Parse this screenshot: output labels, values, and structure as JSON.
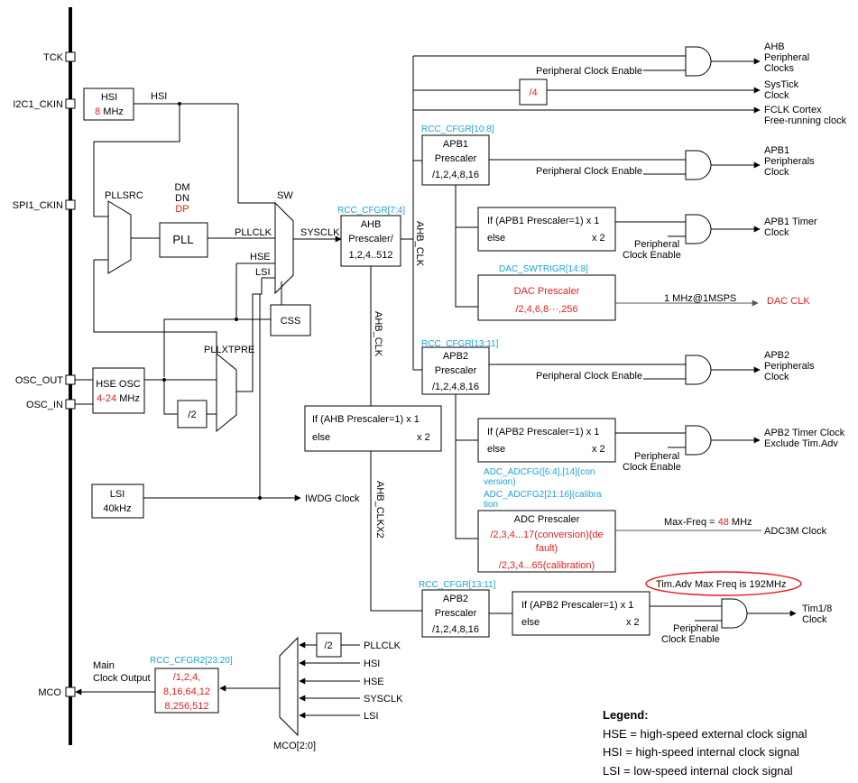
{
  "pins": {
    "tck": "TCK",
    "i2c1_ckin": "I2C1_CKIN",
    "spi1_ckin": "SPI1_CKIN",
    "osc_out": "OSC_OUT",
    "osc_in": "OSC_IN",
    "mco": "MCO"
  },
  "hsi": {
    "name": "HSI",
    "freq_value": "8",
    "freq_unit": " MHz",
    "line_label": "HSI"
  },
  "hse_osc": {
    "name": "HSE OSC",
    "freq_value": "4-24",
    "freq_unit": " MHz"
  },
  "lsi": {
    "name": "LSI",
    "freq": "40kHz",
    "iwdg": "IWDG Clock"
  },
  "pll": {
    "name": "PLL",
    "dm": "DM",
    "dn": "DN",
    "dp": "DP",
    "pllsrc": "PLLSRC",
    "pllclk": "PLLCLK",
    "pllxtpre": "PLLXTPRE",
    "div2": "/2"
  },
  "sysclk_mux": {
    "sw": "SW",
    "hse": "HSE",
    "lsi": "LSI",
    "sysclk": "SYSCLK",
    "css": "CSS"
  },
  "ahb": {
    "reg": "RCC_CFGR[7:4]",
    "line1": "AHB",
    "line2": "Prescaler/",
    "line3": "1,2,4..512",
    "ahb_clk_v": "AHB_CLK",
    "ahb_clk_left": "AHB_CLK",
    "ahb_clkx2": "AHB_CLKX2",
    "if_line1": "If (AHB Prescaler=1) x 1",
    "if_else": "else",
    "if_x2": "x 2"
  },
  "top_outputs": {
    "pce": "Peripheral Clock Enable",
    "ahb_periph_1": "AHB",
    "ahb_periph_2": "Peripheral",
    "ahb_periph_3": "Clocks",
    "div4": "/4",
    "systick_1": "SysTick",
    "systick_2": "Clock",
    "fclk_1": "FCLK Cortex",
    "fclk_2": "Free-running clock"
  },
  "apb1": {
    "reg": "RCC_CFGR[10:8]",
    "line1": "APB1",
    "line2": "Prescaler",
    "line3": "/1,2,4,8,16",
    "pce": "Peripheral Clock Enable",
    "out1": "APB1",
    "out2": "Peripherals",
    "out3": "Clock",
    "if_line1": "If (APB1 Prescaler=1) x 1",
    "if_else": "else",
    "if_x2": "x 2",
    "pce2_1": "Peripheral",
    "pce2_2": "Clock Enable",
    "timer1": "APB1 Timer",
    "timer2": "Clock",
    "dac_reg": "DAC_SWTRIGR[14:8]",
    "dac_line1": "DAC Prescaler",
    "dac_line2": "/2,4,6,8···,256",
    "dac_freq": "1 MHz@1MSPS",
    "dac_clk": "DAC CLK"
  },
  "apb2": {
    "reg": "RCC_CFGR[13:11]",
    "line1": "APB2",
    "line2": "Prescaler",
    "line3": "/1,2,4,8,16",
    "pce": "Peripheral Clock Enable",
    "out1": "APB2",
    "out2": "Peripherals",
    "out3": "Clock",
    "if_line1": "If (APB2 Prescaler=1) x 1",
    "if_else": "else",
    "if_x2": "x 2",
    "pce2_1": "Peripheral",
    "pce2_2": "Clock Enable",
    "timer1": "APB2 Timer Clock",
    "timer2": "Exclude Tim.Adv"
  },
  "adc": {
    "reg1a": "ADC_ADCFG([6:4],[14](con",
    "reg1b": "version)",
    "reg2a": "ADC_ADCFG2[21:16](calibra",
    "reg2b": "tion",
    "name": "ADC Prescaler",
    "l1": "/2,3,4...17(conversion)(de",
    "l2": "fault)",
    "l3": "/2,3,4...65(calibration)",
    "maxfreq_label": "Max-Freq = ",
    "maxfreq_value": "48",
    "maxfreq_unit": " MHz",
    "out": "ADC3M Clock"
  },
  "apb2b": {
    "reg": "RCC_CFGR[13:11]",
    "line1": "APB2",
    "line2": "Prescaler",
    "line3": "/1,2,4,8,16",
    "if_line1": "If (APB2 Prescaler=1) x 1",
    "if_else": "else",
    "if_x2": "x 2",
    "note": "Tim.Adv Max Freq is 192MHz",
    "pce_1": "Peripheral",
    "pce_2": "Clock Enable",
    "out1": "Tim1/8",
    "out2": "Clock"
  },
  "mco": {
    "reg": "RCC_CFGR2[23:20]",
    "label1": "Main",
    "label2": "Clock Output",
    "l1": "/1,2,4,",
    "l2": "8,16,64,12",
    "l3": "8,256,512",
    "mux_label": "MCO[2:0]",
    "div2": "/2",
    "in_pllclk": "PLLCLK",
    "in_hsi": "HSI",
    "in_hse": "HSE",
    "in_sysclk": "SYSCLK",
    "in_lsi": "LSI"
  },
  "legend": {
    "title": "Legend:",
    "hse": "HSE = high-speed external clock signal",
    "hsi": "HSI = high-speed internal clock signal",
    "lsi": "LSI = low-speed internal clock signal"
  },
  "colors": {
    "red": "#e02020",
    "blue": "#1aa3d6",
    "note_circle": "#e02020"
  }
}
